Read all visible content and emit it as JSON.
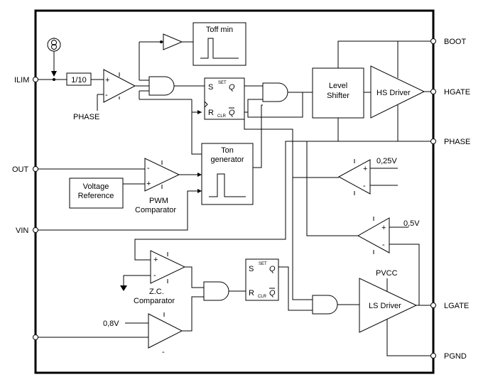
{
  "pins": {
    "ilim": "ILIM",
    "out": "OUT",
    "vin": "VIN",
    "boot": "BOOT",
    "hgate": "HGATE",
    "phase": "PHASE",
    "lgate": "LGATE",
    "pgnd": "PGND"
  },
  "blocks": {
    "divider": "1/10",
    "toff_min": "Toff min",
    "level_shifter_line1": "Level",
    "level_shifter_line2": "Shifter",
    "hs_driver": "HS Driver",
    "ton_line1": "Ton",
    "ton_line2": "generator",
    "vref_line1": "Voltage",
    "vref_line2": "Reference",
    "ls_driver": "LS Driver"
  },
  "labels": {
    "phase_input": "PHASE",
    "pwm_line1": "PWM",
    "pwm_line2": "Comparator",
    "zc_line1": "Z.C.",
    "zc_line2": "Comparator",
    "v025": "0,25V",
    "v05": "0,5V",
    "v08": "0,8V",
    "pvcc": "PVCC"
  },
  "flipflop": {
    "s": "S",
    "r": "R",
    "q": "Q",
    "qbar": "Q",
    "set": "SET",
    "clr": "CLR"
  },
  "signs": {
    "plus": "+",
    "minus": "-"
  }
}
